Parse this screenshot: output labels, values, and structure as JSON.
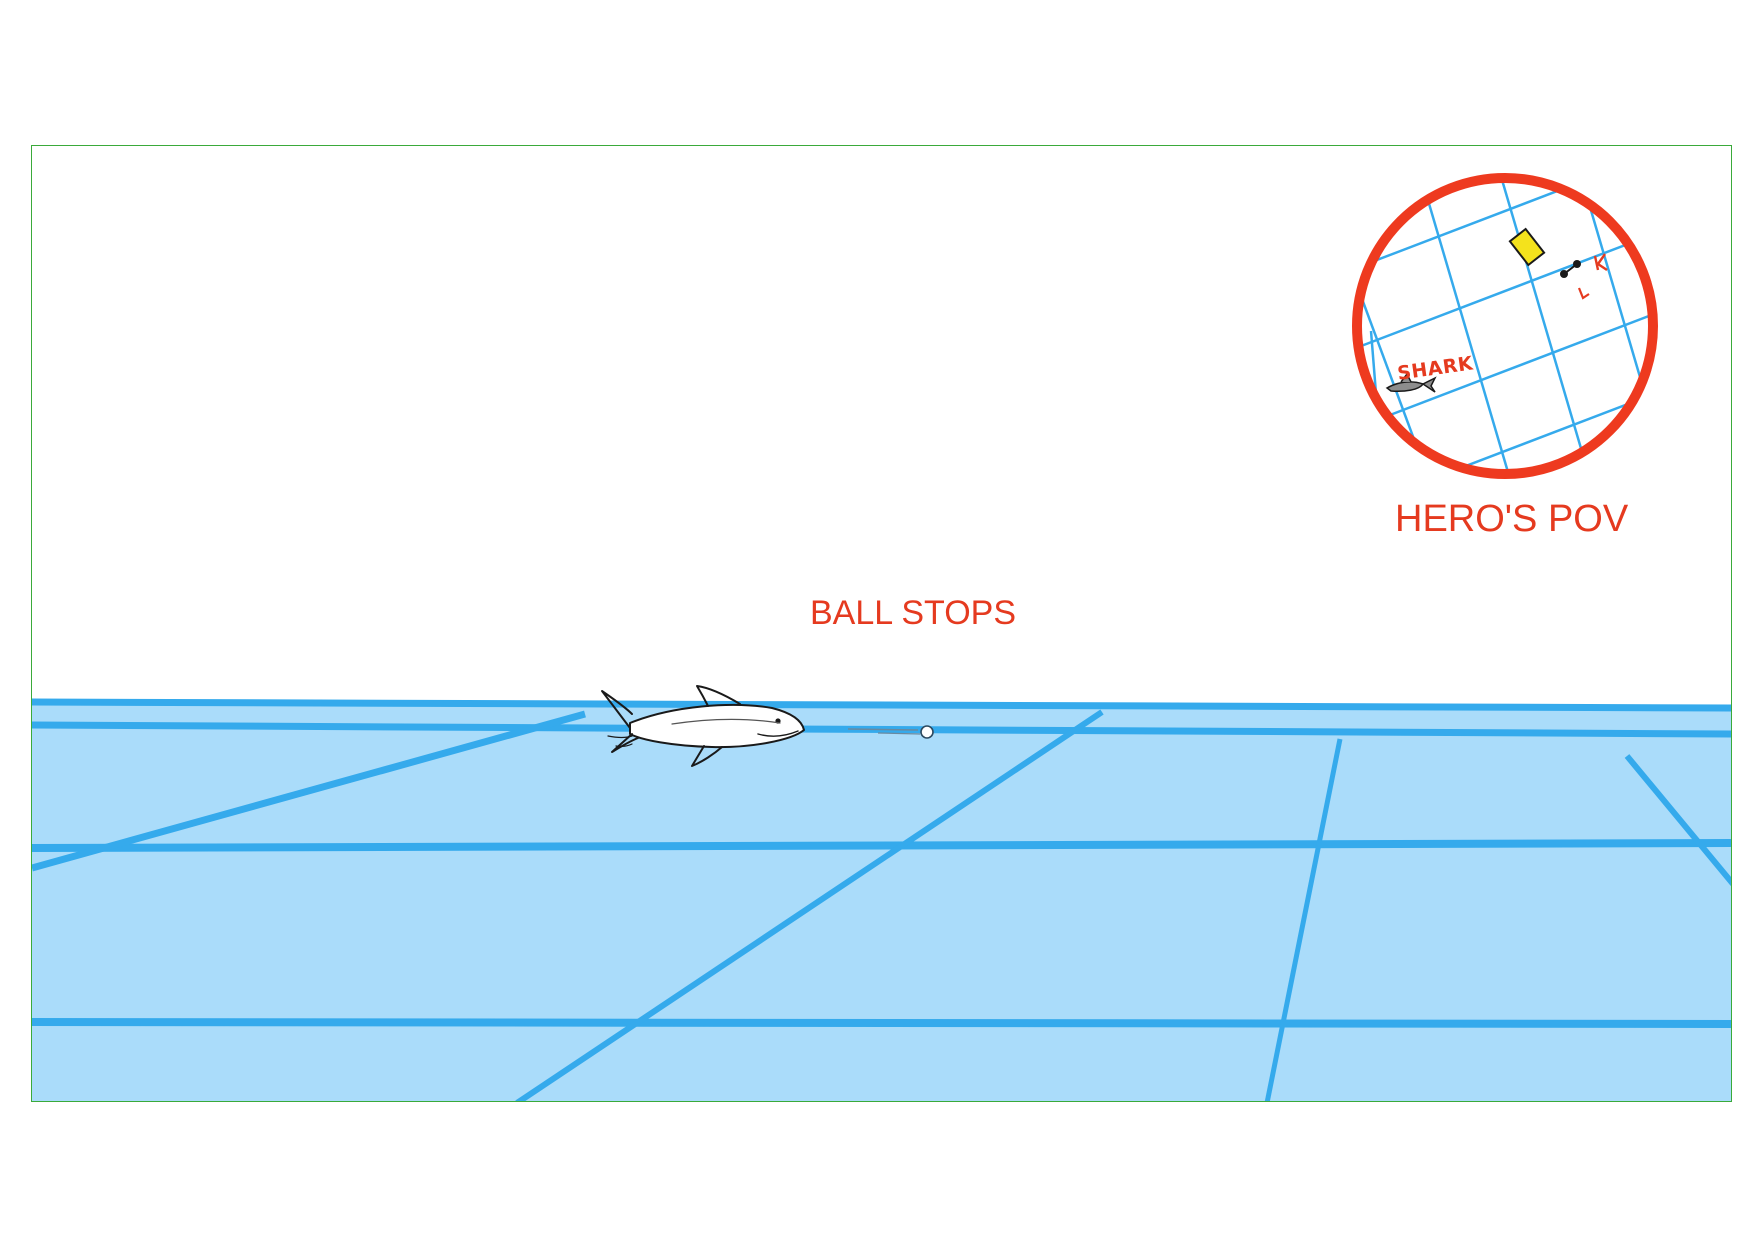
{
  "captions": {
    "ball_stops": "BALL STOPS",
    "pov_title": "HERO'S POV"
  },
  "pov_map": {
    "shark_label": "SHARK"
  },
  "colors": {
    "frame_border": "#3aaa3a",
    "water_fill": "#aadcfa",
    "grid_line": "#35aaec",
    "caption_red": "#e53a1f",
    "pov_ring": "#ee3a1f",
    "target_yellow": "#f4e21c"
  }
}
